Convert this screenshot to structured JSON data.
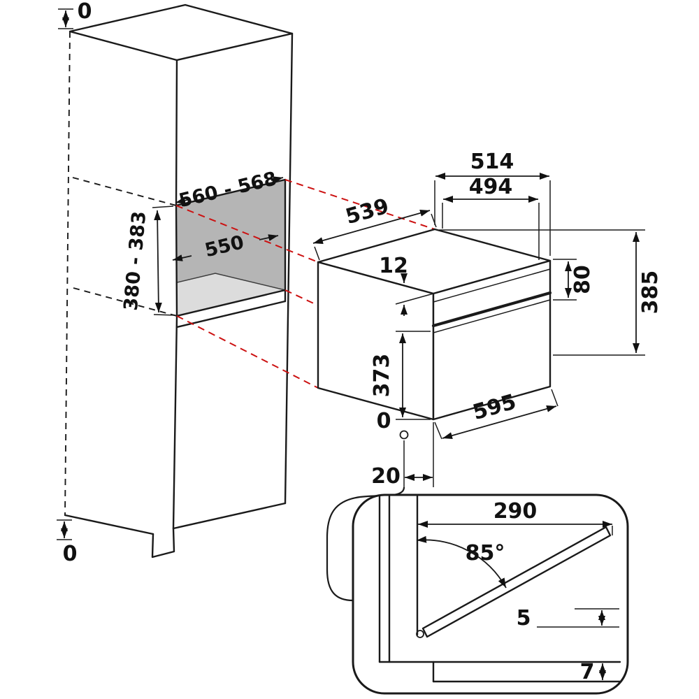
{
  "cabinet": {
    "clearance_top": "0",
    "clearance_bottom": "0",
    "niche_width": "560 - 568",
    "niche_depth": "550",
    "niche_height": "380 - 383"
  },
  "appliance": {
    "depth_with_door": "514",
    "depth_body": "494",
    "top_depth": "539",
    "top_inset": "12",
    "panel_height": "80",
    "total_height": "385",
    "door_height": "373",
    "width": "595",
    "floor_ref": "0",
    "front_offset": "20"
  },
  "detail": {
    "door_projection": "290",
    "opening_angle": "85°",
    "gap": "5",
    "bottom_clearance": "7"
  },
  "colors": {
    "line": "#1a1a1a",
    "projection_red": "#cc1111",
    "niche_back": "#b5b5b5",
    "niche_floor": "#dcdcdc"
  }
}
